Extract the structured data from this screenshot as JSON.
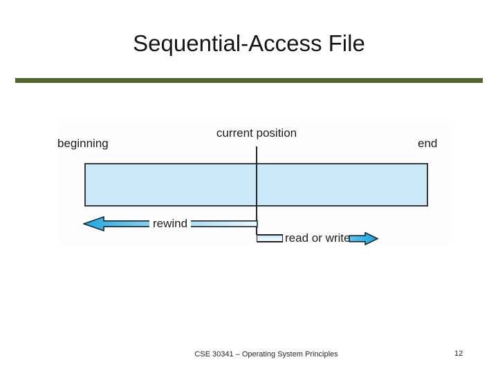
{
  "slide": {
    "title": "Sequential-Access File",
    "footer": {
      "course": "CSE 30341 – Operating System Principles",
      "page_number": "12"
    }
  },
  "diagram": {
    "label_beginning": "beginning",
    "label_current_position": "current position",
    "label_end": "end",
    "label_rewind": "rewind",
    "label_read_or_write": "read or write"
  },
  "colors": {
    "accent_bar": "#50662b",
    "title_text": "#141414",
    "label_text": "#1c1c1c",
    "footer_text": "#262626",
    "tape_fill": "#cbe8f8",
    "tape_border": "#3a3a3a",
    "line_color": "#222222",
    "arrow_blue": "#1fa6e0",
    "arrow_blue_mid": "#7fccee",
    "arrow_blue_pale": "#eef8fd"
  }
}
